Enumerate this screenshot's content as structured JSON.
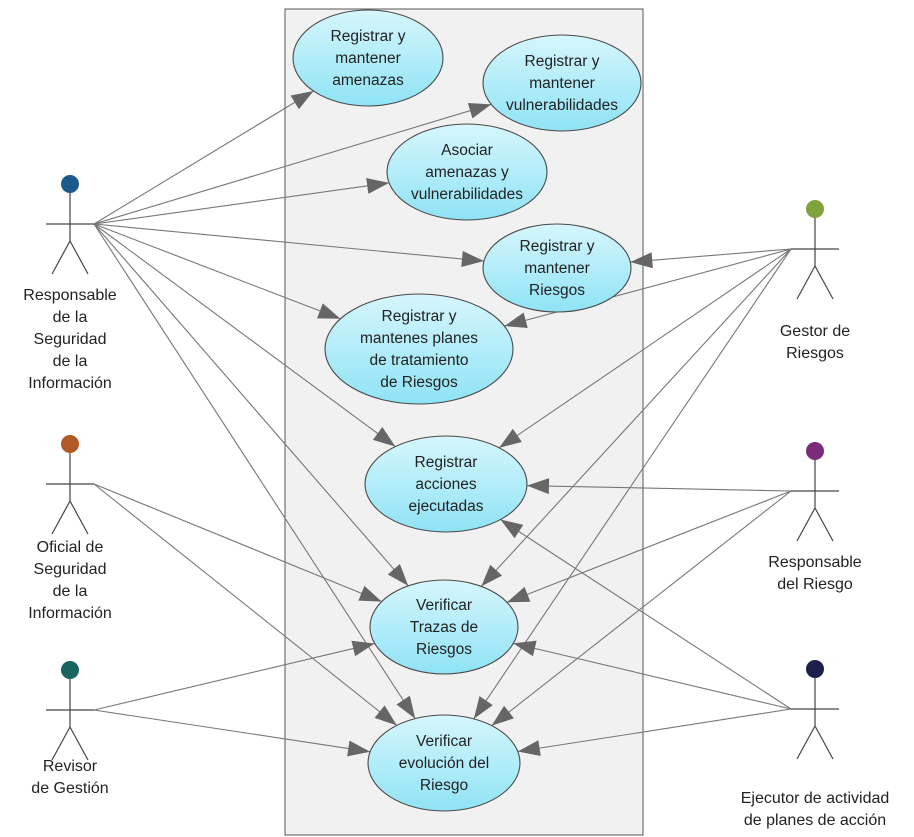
{
  "colors": {
    "usecase_fill_top": "#d6f6fd",
    "usecase_fill_bottom": "#8fe3f5",
    "usecase_stroke": "#4a4a4a",
    "boundary_fill": "#f1f1f1",
    "boundary_stroke": "#555555",
    "arrow": "#666666"
  },
  "actors": [
    {
      "id": "rsi",
      "lines": [
        "Responsable",
        "de la",
        "Seguridad",
        "de la",
        "Información"
      ],
      "head_color": "#1a5a8c"
    },
    {
      "id": "osi",
      "lines": [
        "Oficial de",
        "Seguridad",
        "de la",
        "Información"
      ],
      "head_color": "#b05a28"
    },
    {
      "id": "rg",
      "lines": [
        "Revisor",
        "de Gestión"
      ],
      "head_color": "#17655e"
    },
    {
      "id": "gr",
      "lines": [
        "Gestor de",
        "Riesgos"
      ],
      "head_color": "#7fa33a"
    },
    {
      "id": "rr",
      "lines": [
        "Responsable",
        "del Riesgo"
      ],
      "head_color": "#7a2c7a"
    },
    {
      "id": "ea",
      "lines": [
        "Ejecutor de actividad",
        "de planes de acción"
      ],
      "head_color": "#1b1f4a"
    }
  ],
  "use_cases": [
    {
      "id": "uc1",
      "lines": [
        "Registrar y",
        "mantener",
        "amenazas"
      ]
    },
    {
      "id": "uc2",
      "lines": [
        "Registrar y",
        "mantener",
        "vulnerabilidades"
      ]
    },
    {
      "id": "uc3",
      "lines": [
        "Asociar",
        "amenazas y",
        "vulnerabilidades"
      ]
    },
    {
      "id": "uc4",
      "lines": [
        "Registrar y",
        "mantener",
        "Riesgos"
      ]
    },
    {
      "id": "uc5",
      "lines": [
        "Registrar y",
        "mantenes planes",
        "de tratamiento",
        "de Riesgos"
      ]
    },
    {
      "id": "uc6",
      "lines": [
        "Registrar",
        "acciones",
        "ejecutadas"
      ]
    },
    {
      "id": "uc7",
      "lines": [
        "Verificar",
        "Trazas de",
        "Riesgos"
      ]
    },
    {
      "id": "uc8",
      "lines": [
        "Verificar",
        "evolución del",
        "Riesgo"
      ]
    }
  ],
  "associations": [
    {
      "from": "rsi",
      "to": "uc1"
    },
    {
      "from": "rsi",
      "to": "uc2"
    },
    {
      "from": "rsi",
      "to": "uc3"
    },
    {
      "from": "rsi",
      "to": "uc4"
    },
    {
      "from": "rsi",
      "to": "uc5"
    },
    {
      "from": "rsi",
      "to": "uc6"
    },
    {
      "from": "rsi",
      "to": "uc7"
    },
    {
      "from": "rsi",
      "to": "uc8"
    },
    {
      "from": "osi",
      "to": "uc7"
    },
    {
      "from": "osi",
      "to": "uc8"
    },
    {
      "from": "rg",
      "to": "uc7"
    },
    {
      "from": "rg",
      "to": "uc8"
    },
    {
      "from": "gr",
      "to": "uc4"
    },
    {
      "from": "gr",
      "to": "uc5"
    },
    {
      "from": "gr",
      "to": "uc6"
    },
    {
      "from": "gr",
      "to": "uc7"
    },
    {
      "from": "gr",
      "to": "uc8"
    },
    {
      "from": "rr",
      "to": "uc6"
    },
    {
      "from": "rr",
      "to": "uc7"
    },
    {
      "from": "rr",
      "to": "uc8"
    },
    {
      "from": "ea",
      "to": "uc6"
    },
    {
      "from": "ea",
      "to": "uc7"
    },
    {
      "from": "ea",
      "to": "uc8"
    }
  ]
}
